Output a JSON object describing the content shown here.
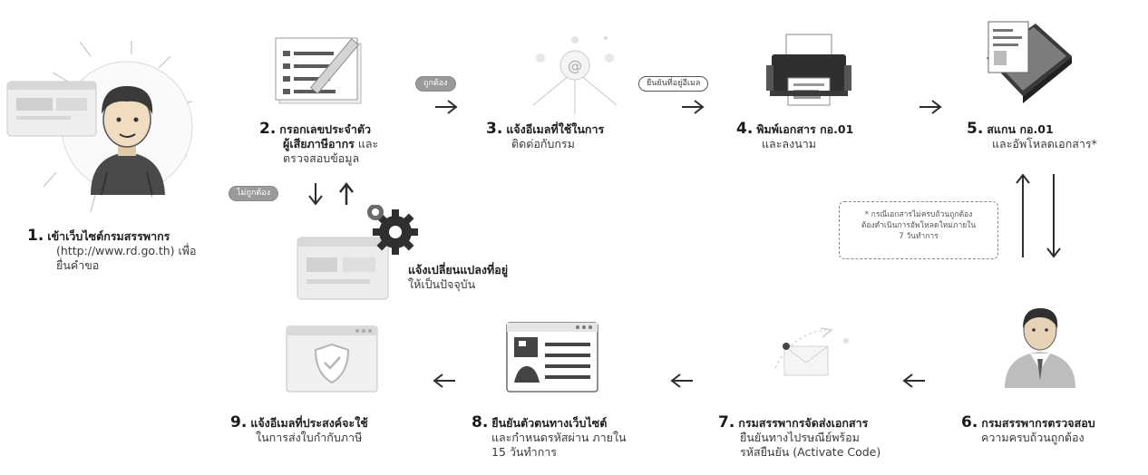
{
  "steps": [
    {
      "num": "1.",
      "title": "เข้าเว็บไซต์กรมสรรพากร",
      "lines": [
        "(http://www.rd.go.th) เพื่อ",
        "ยื่นคำขอ"
      ]
    },
    {
      "num": "2.",
      "title": "กรอกเลขประจำตัว",
      "title2": "ผู้เสียภาษีอากร",
      "tail": " และ",
      "lines": [
        "ตรวจสอบข้อมูล"
      ]
    },
    {
      "num": "3.",
      "title": "แจ้งอีเมลที่ใช้ในการ",
      "lines": [
        "ติดต่อกับกรม"
      ]
    },
    {
      "num": "4.",
      "title": "พิมพ์เอกสาร กอ.01",
      "lines": [
        "และลงนาม"
      ]
    },
    {
      "num": "5.",
      "title": "สแกน กอ.01",
      "lines": [
        "และอัพโหลดเอกสาร*"
      ]
    },
    {
      "num": "6.",
      "title": "กรมสรรพากรตรวจสอบ",
      "lines": [
        "ความครบถ้วนถูกต้อง"
      ]
    },
    {
      "num": "7.",
      "title": "กรมสรรพากรจัดส่งเอกสาร",
      "lines": [
        "ยืนยันทางไปรษณีย์พร้อม",
        "รหัสยืนยัน (Activate Code)"
      ]
    },
    {
      "num": "8.",
      "title": "ยืนยันตัวตนทางเว็บไซต์",
      "lines": [
        "และกำหนดรหัสผ่าน ภายใน",
        "15 วันทำการ"
      ]
    },
    {
      "num": "9.",
      "title": "แจ้งอีเมลที่ประสงค์จะใช้",
      "lines": [
        "ในการส่งใบกำกับภาษี"
      ]
    }
  ],
  "side_step": {
    "title": "แจ้งเปลี่ยนแปลงที่อยู่",
    "line": "ให้เป็นปัจจุบัน"
  },
  "pills": {
    "correct": "ถูกต้อง",
    "incorrect": "ไม่ถูกต้อง",
    "confirm_email": "ยืนยันที่อยู่อีเมล"
  },
  "note": [
    "* กรณีเอกสารไม่ครบถ้วนถูกต้อง",
    "ต้องดำเนินการอัพโหลดใหม่ภายใน",
    "7 วันทำการ"
  ],
  "colors": {
    "accent": "#1f1f1f",
    "icon_gray": "#b9b9b9",
    "dark": "#2d2d2d"
  }
}
